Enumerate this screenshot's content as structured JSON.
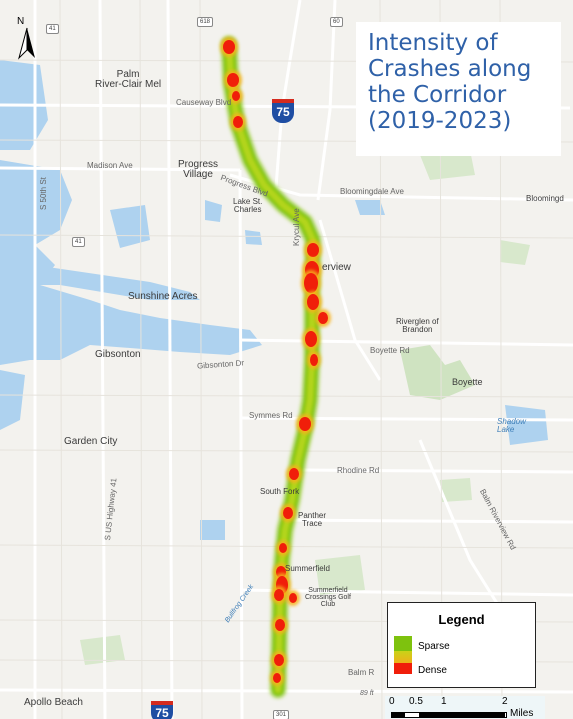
{
  "title": "Intensity of Crashes along the Corridor (2019-2023)",
  "legend": {
    "title": "Legend",
    "items": [
      {
        "label": "Sparse",
        "color": "#7ec20e"
      },
      {
        "label": "Dense",
        "color": "#f01e0a"
      }
    ]
  },
  "north_label": "N",
  "scale": {
    "ticks": [
      "0",
      "0.5",
      "1",
      "2"
    ],
    "unit": "Miles"
  },
  "places": {
    "palm_river": "Palm\nRiver-Clair Mel",
    "progress_village": "Progress\nVillage",
    "lake_st_charles": "Lake St.\nCharles",
    "riverview": "erview",
    "sunshine_acres": "Sunshine Acres",
    "gibsonton": "Gibsonton",
    "riverglen": "Riverglen of\nBrandon",
    "boyette": "Boyette",
    "garden_city": "Garden City",
    "south_fork": "South Fork",
    "panther_trace": "Panther\nTrace",
    "summerfield": "Summerfield",
    "summerfield_golf": "Summerfield\nCrossings Golf\nClub",
    "apollo_beach": "Apollo Beach",
    "bloomingdale": "Bloomingd",
    "shadow_lake": "Shadow\nLake"
  },
  "roads": {
    "causeway": "Causeway Blvd",
    "madison": "Madison Ave",
    "progress_blvd": "Progress Blvd",
    "bloomingdale_ave": "Bloomingdale Ave",
    "kyrus": "Krycul Ave",
    "boyette_rd": "Boyette Rd",
    "gibsonton_dr": "Gibsonton Dr",
    "symmes": "Symmes Rd",
    "rhodine": "Rhodine Rd",
    "balm_riverview": "Balm Riverview Rd",
    "us41": "S US Highway 41",
    "s50th": "S 50th St",
    "balm_rd": "Balm R",
    "bullfrog": "Bullfrog Creek",
    "elev": "89 ft"
  },
  "shields": {
    "i75_top": "75",
    "i75_bottom": "75",
    "r618": "618",
    "r60": "60",
    "r41_top": "41",
    "r41_mid": "41",
    "r301": "301"
  },
  "hotspots": [
    [
      229,
      47,
      6,
      7
    ],
    [
      233,
      80,
      6,
      7
    ],
    [
      236,
      96,
      4,
      5
    ],
    [
      238,
      122,
      5,
      6
    ],
    [
      313,
      250,
      6,
      7
    ],
    [
      312,
      270,
      7,
      9
    ],
    [
      311,
      283,
      7,
      10
    ],
    [
      313,
      302,
      6,
      8
    ],
    [
      323,
      318,
      5,
      6
    ],
    [
      311,
      339,
      6,
      8
    ],
    [
      314,
      360,
      4,
      6
    ],
    [
      305,
      424,
      6,
      7
    ],
    [
      294,
      474,
      5,
      6
    ],
    [
      288,
      513,
      5,
      6
    ],
    [
      283,
      548,
      4,
      5
    ],
    [
      281,
      572,
      5,
      6
    ],
    [
      282,
      585,
      6,
      9
    ],
    [
      279,
      595,
      5,
      6
    ],
    [
      293,
      598,
      4,
      5
    ],
    [
      280,
      625,
      5,
      6
    ],
    [
      279,
      660,
      5,
      6
    ],
    [
      277,
      678,
      4,
      5
    ]
  ]
}
